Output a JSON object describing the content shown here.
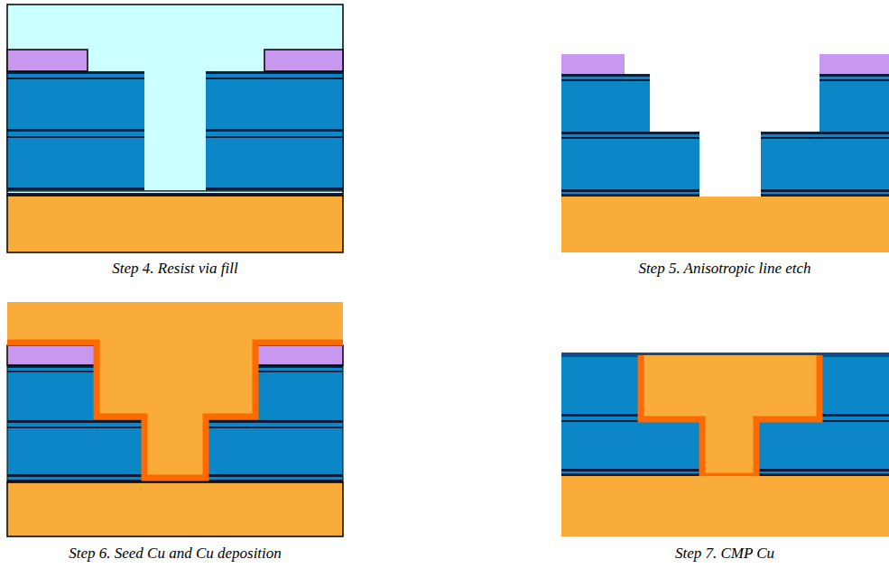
{
  "diagram": {
    "labels": [
      "Step 4. Resist via fill",
      "Step 5. Anisotropic line etch",
      "Step 6. Seed Cu and Cu deposition",
      "Step 7. CMP Cu"
    ]
  }
}
